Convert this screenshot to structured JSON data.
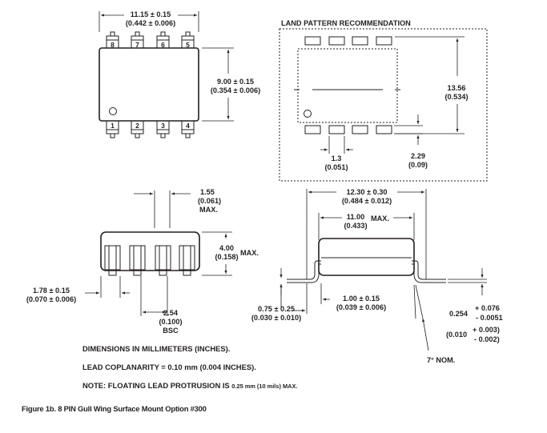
{
  "top_view": {
    "width_mm": "11.15 ± 0.15",
    "width_in": "(0.442 ± 0.006)",
    "height_mm": "9.00 ± 0.15",
    "height_in": "(0.354 ± 0.006)",
    "pins_top": [
      "8",
      "7",
      "6",
      "5"
    ],
    "pins_bottom": [
      "1",
      "2",
      "3",
      "4"
    ]
  },
  "land_pattern": {
    "title": "LAND PATTERN RECOMMENDATION",
    "height_mm": "13.56",
    "height_in": "(0.534)",
    "pitch_mm": "1.3",
    "pitch_in": "(0.051)",
    "pad_mm": "2.29",
    "pad_in": "(0.09)"
  },
  "side_view": {
    "lead_width_mm": "1.55",
    "lead_width_in": "(0.061)",
    "lead_width_note": "MAX.",
    "height_mm": "4.00",
    "height_in": "(0.158)",
    "height_note": "MAX.",
    "standoff_mm": "1.78 ± 0.15",
    "standoff_in": "(0.070 ± 0.006)",
    "pitch_mm": "2.54",
    "pitch_in": "(0.100)",
    "pitch_note": "BSC"
  },
  "end_view": {
    "overall_mm": "12.30 ± 0.30",
    "overall_in": "(0.484 ± 0.012)",
    "body_mm": "11.00",
    "body_note": "MAX.",
    "body_in": "(0.433)",
    "foot_mm": "1.00 ± 0.15",
    "foot_in": "(0.039 ± 0.006)",
    "lead_mm": "0.75 ± 0.25",
    "lead_in": "(0.030 ± 0.010)",
    "thick_base_mm": "0.254",
    "thick_plus_mm": "+ 0.076",
    "thick_minus_mm": "- 0.0051",
    "thick_base_in": "(0.010",
    "thick_plus_in": "+ 0.003)",
    "thick_minus_in": "- 0.002)",
    "angle": "7° NOM."
  },
  "notes": {
    "dimensions": "DIMENSIONS IN MILLIMETERS (INCHES).",
    "coplanarity": "LEAD COPLANARITY = 0.10 mm (0.004 INCHES).",
    "protrusion_main": "NOTE: FLOATING LEAD PROTRUSION IS",
    "protrusion_value": "0.25 mm (10 mils) MAX."
  },
  "caption": "Figure 1b. 8 PIN Gull Wing Surface Mount Option #300"
}
